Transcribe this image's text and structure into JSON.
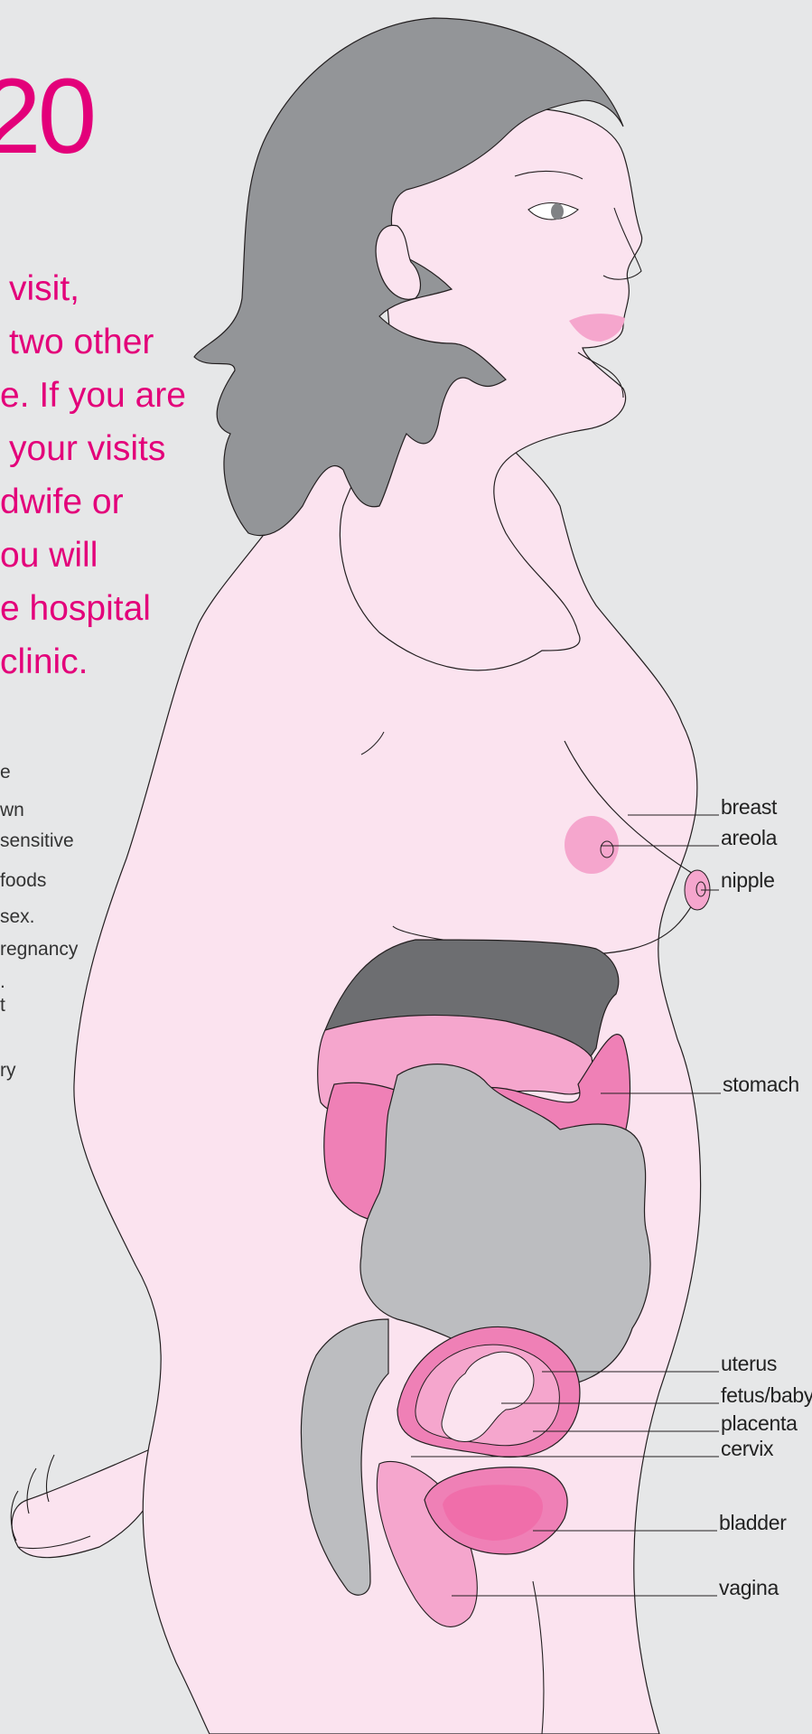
{
  "heading_number": "20",
  "intro_lines": [
    "visit,",
    "two other",
    "e. If you are",
    "your visits",
    "dwife or",
    "ou will",
    "e hospital",
    "clinic."
  ],
  "side_notes": [
    "e",
    "wn",
    "sensitive",
    "foods",
    "sex.",
    "regnancy",
    ".",
    "t",
    "",
    "ry"
  ],
  "labels": {
    "breast": "breast",
    "areola": "areola",
    "nipple": "nipple",
    "stomach": "stomach",
    "uterus": "uterus",
    "fetus": "fetus/baby",
    "placenta": "placenta",
    "cervix": "cervix",
    "bladder": "bladder",
    "vagina": "vagina"
  },
  "colors": {
    "accent": "#e3007a",
    "background": "#e6e7e8",
    "skin": "#fbe3ef",
    "hair": "#939598",
    "stomach": "#ef80b6",
    "intestine": "#bcbdc0",
    "liver": "#6d6e71"
  }
}
